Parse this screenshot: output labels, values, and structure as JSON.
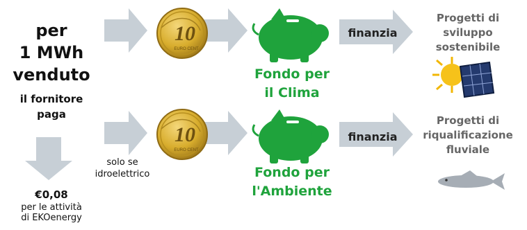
{
  "header": {
    "line1": "per",
    "line2": "1 MWh",
    "line3": "venduto"
  },
  "supplier": {
    "line1": "il fornitore",
    "line2": "paga"
  },
  "ekoenergy": {
    "amount": "€0,08",
    "note_line1": "per le attività",
    "note_line2": "di EKOenergy"
  },
  "condition": {
    "line1": "solo se",
    "line2": "idroelettrico"
  },
  "coin": {
    "value": "10",
    "legend": "EURO CENT"
  },
  "funds": {
    "climate": {
      "line1": "Fondo per",
      "line2": "il Clima"
    },
    "environment": {
      "line1": "Fondo per",
      "line2": "l'Ambiente"
    }
  },
  "finance_label": "finanzia",
  "projects": {
    "sustainable": {
      "line1": "Progetti di",
      "line2": "sviluppo",
      "line3": "sostenibile"
    },
    "river": {
      "line1": "Progetti di",
      "line2": "riqualificazione",
      "line3": "fluviale"
    }
  },
  "icons": {
    "coin": "euro-coin-10-cent-icon",
    "piggy": "piggy-bank-icon",
    "sun": "solar-panel-sun-icon",
    "fish": "fish-icon",
    "arrow": "right-arrow-icon"
  },
  "colors": {
    "fund_green": "#1fa33c",
    "arrow_gray": "#c7cfd6",
    "coin_gold": "#d8ad2d",
    "project_gray": "#666666"
  }
}
